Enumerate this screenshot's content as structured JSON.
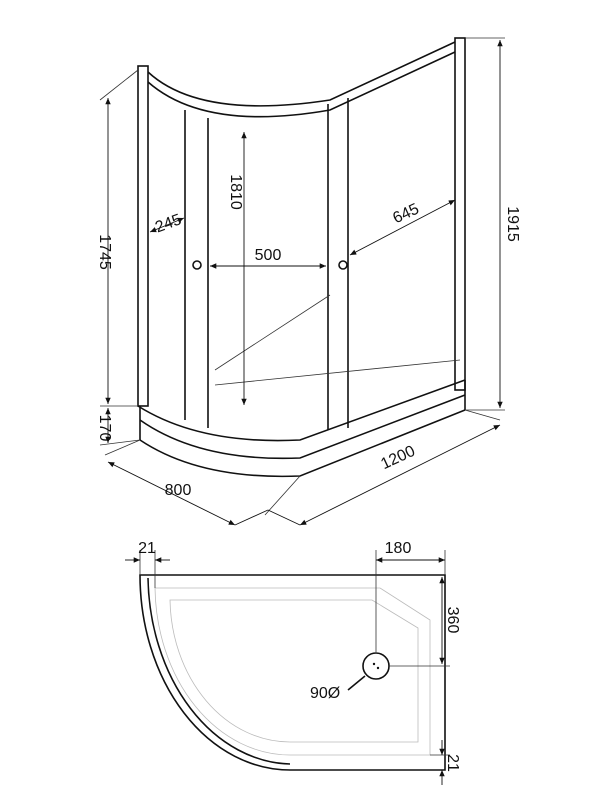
{
  "title": "Shower enclosure dimension drawing",
  "elevation": {
    "height_left": "1745",
    "door_offset": "245",
    "door_height": "1810",
    "opening_width": "500",
    "panel_width": "645",
    "total_height": "1915",
    "tray_height": "170",
    "depth": "800",
    "width": "1200"
  },
  "plan": {
    "wall_thickness_top": "21",
    "drain_offset_x": "180",
    "drain_offset_y": "360",
    "drain_diameter": "90Ø",
    "wall_thickness_bottom": "21"
  },
  "colors": {
    "line": "#111111"
  }
}
